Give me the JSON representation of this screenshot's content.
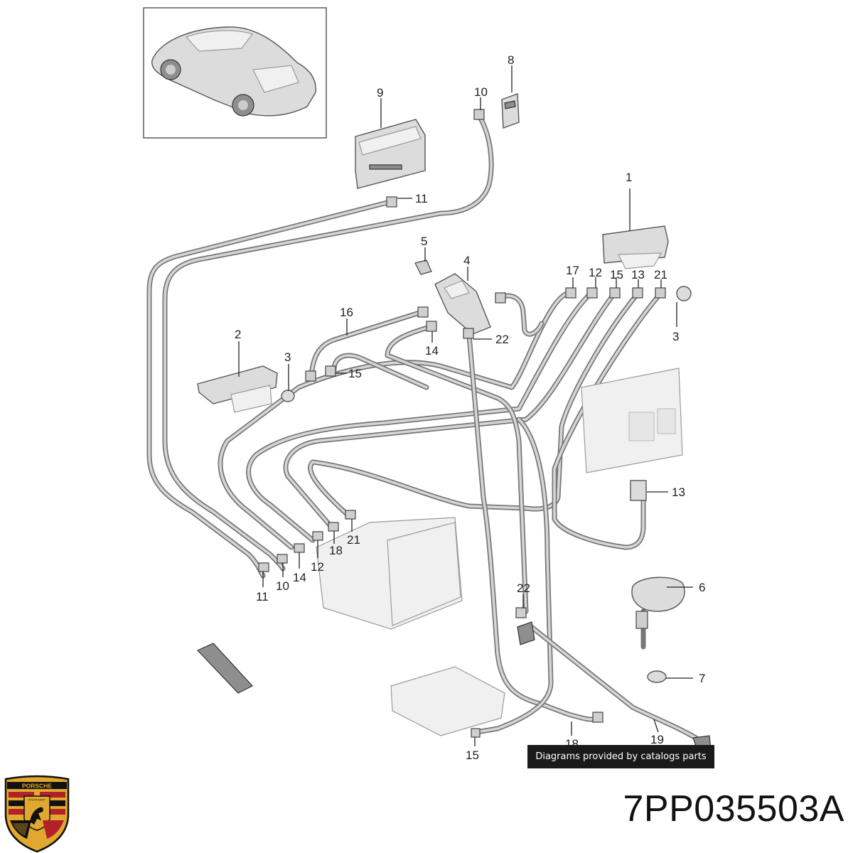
{
  "diagram": {
    "callouts": {
      "c1": "1",
      "c2": "2",
      "c3a": "3",
      "c3b": "3",
      "c4": "4",
      "c5": "5",
      "c6": "6",
      "c7": "7",
      "c8": "8",
      "c9": "9",
      "c10a": "10",
      "c10b": "10",
      "c11a": "11",
      "c11b": "11",
      "c12a": "12",
      "c12b": "12",
      "c13a": "13",
      "c13b": "13",
      "c14a": "14",
      "c14b": "14",
      "c15a": "15",
      "c15b": "15",
      "c15c": "15",
      "c16": "16",
      "c17": "17",
      "c18a": "18",
      "c18b": "18",
      "c19": "19",
      "c21a": "21",
      "c21b": "21",
      "c22a": "22",
      "c22b": "22"
    }
  },
  "banner": {
    "text": "Diagrams provided by catalogs parts"
  },
  "part_number": "7PP035503A",
  "logo": {
    "wordmark": "PORSCHE",
    "city": "STUTTGART",
    "colors": {
      "gold": "#e0a82e",
      "red": "#b3202a",
      "black": "#111111"
    }
  }
}
